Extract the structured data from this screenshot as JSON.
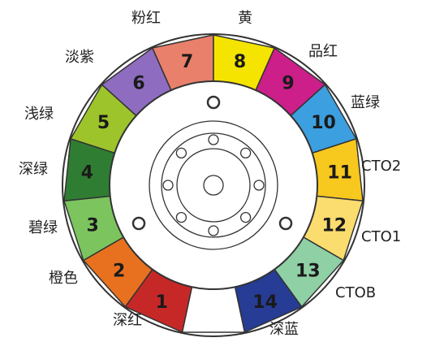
{
  "title": "",
  "segments": [
    {
      "number": "1",
      "label": "深红",
      "color": "#c62828"
    },
    {
      "number": "2",
      "label": "橙色",
      "color": "#e8711f"
    },
    {
      "number": "3",
      "label": "碧绿",
      "color": "#7cc55e"
    },
    {
      "number": "4",
      "label": "深绿",
      "color": "#2f7d32"
    },
    {
      "number": "5",
      "label": "浅绿",
      "color": "#9ec42c"
    },
    {
      "number": "6",
      "label": "淡紫",
      "color": "#8e6cbf"
    },
    {
      "number": "7",
      "label": "粉红",
      "color": "#e8806b"
    },
    {
      "number": "8",
      "label": "黄",
      "color": "#f5e400"
    },
    {
      "number": "9",
      "label": "品红",
      "color": "#cc1f8a"
    },
    {
      "number": "10",
      "label": "蓝绿",
      "color": "#3c9fe0"
    },
    {
      "number": "11",
      "label": "CTO2",
      "color": "#f7c81e"
    },
    {
      "number": "12",
      "label": "CTO1",
      "color": "#fbdc6e"
    },
    {
      "number": "13",
      "label": "CTOB",
      "color": "#8fd0a5"
    },
    {
      "number": "14",
      "label": "深蓝",
      "color": "#263c95"
    }
  ],
  "open_slot_color": "#ffffff",
  "ring_stroke_color": "#333333"
}
